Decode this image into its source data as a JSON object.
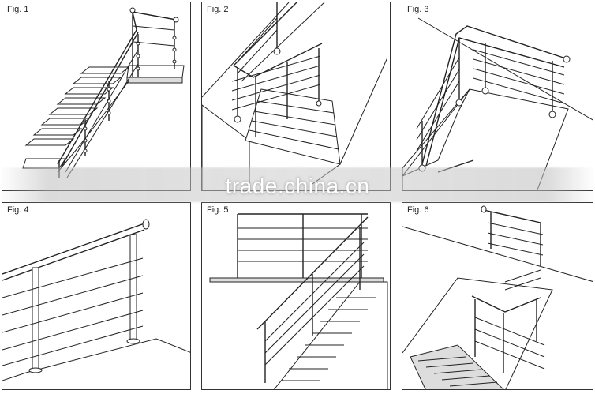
{
  "figures": [
    {
      "label": "Fig. 1"
    },
    {
      "label": "Fig. 2"
    },
    {
      "label": "Fig. 3"
    },
    {
      "label": "Fig. 4"
    },
    {
      "label": "Fig. 5"
    },
    {
      "label": "Fig. 6"
    }
  ],
  "watermark": {
    "text": "trade.china.cn"
  }
}
